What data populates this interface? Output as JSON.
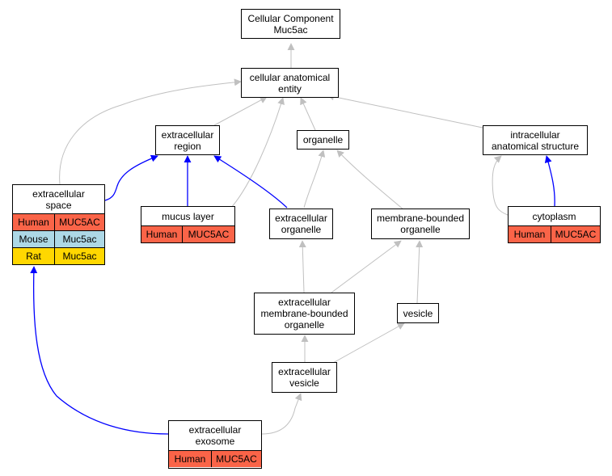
{
  "colors": {
    "gray_edge": "#c0c0c0",
    "blue_edge": "#0000ff",
    "Human": "#fa6448",
    "Mouse": "#add8e6",
    "Rat": "#ffd700"
  },
  "nodes": {
    "cc_muc5ac": "Cellular Component\nMuc5ac",
    "cellular_anatomical_entity": "cellular anatomical\nentity",
    "extracellular_region": "extracellular\nregion",
    "organelle": "organelle",
    "intracellular_anatomical_structure": "intracellular\nanatomical structure",
    "extracellular_space": "extracellular\nspace",
    "mucus_layer": "mucus layer",
    "extracellular_organelle": "extracellular\norganelle",
    "membrane_bounded_organelle": "membrane-bounded\norganelle",
    "cytoplasm": "cytoplasm",
    "extracellular_membrane_bounded_organelle": "extracellular\nmembrane-bounded\norganelle",
    "vesicle": "vesicle",
    "extracellular_vesicle": "extracellular\nvesicle",
    "extracellular_exosome": "extracellular\nexosome"
  },
  "annotations": {
    "extracellular_space": [
      {
        "species": "Human",
        "gene": "MUC5AC"
      },
      {
        "species": "Mouse",
        "gene": "Muc5ac"
      },
      {
        "species": "Rat",
        "gene": "Muc5ac"
      }
    ],
    "mucus_layer": [
      {
        "species": "Human",
        "gene": "MUC5AC"
      }
    ],
    "cytoplasm": [
      {
        "species": "Human",
        "gene": "MUC5AC"
      }
    ],
    "extracellular_exosome": [
      {
        "species": "Human",
        "gene": "MUC5AC"
      }
    ]
  }
}
